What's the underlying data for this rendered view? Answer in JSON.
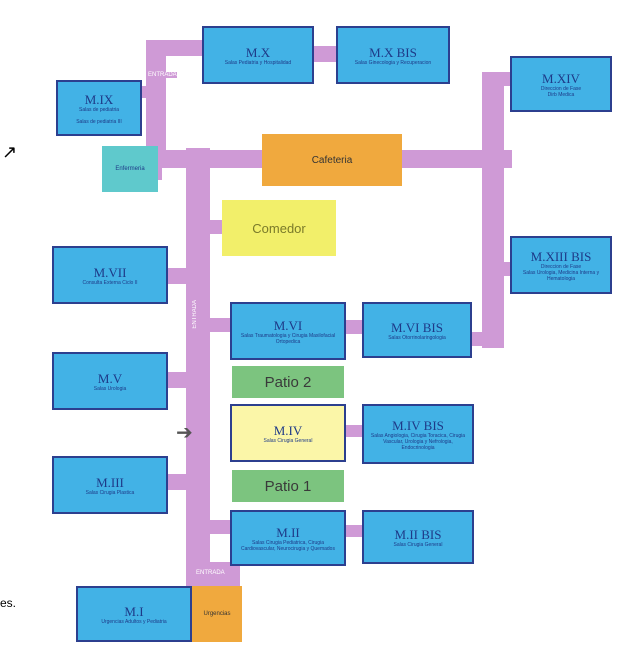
{
  "colors": {
    "corridor": "#cf9ad6",
    "module_blue": "#42b2e6",
    "module_border": "#2c3f8f",
    "cafeteria": "#f0a93e",
    "comedor": "#f2ef6a",
    "patio": "#7cc47f",
    "enfermeria": "#5fc9cc",
    "highlight": "#fbf6a8"
  },
  "corridor_labels": {
    "top": "ENTRADA",
    "left": "ENTRADA",
    "bottom": "ENTRADA"
  },
  "stray_text": {
    "left_mark": "↗",
    "left_bottom": "es."
  },
  "entrance_arrow": "➔",
  "modules": {
    "mix": {
      "title": "M.IX",
      "sub1": "Salas de pediatria",
      "sub2": "Salas de pediatria III"
    },
    "mx": {
      "title": "M.X",
      "sub": "Salas Pediatria y Hospitalidad"
    },
    "mxbis": {
      "title": "M.X BIS",
      "sub": "Salas Ginecologia y Recuperacion"
    },
    "mxiv": {
      "title": "M.XIV",
      "sub1": "Direccion de Fase",
      "sub2": "Dirb Medica"
    },
    "enfermeria": {
      "title": "Enfermeria"
    },
    "cafeteria": {
      "title": "Cafeteria"
    },
    "comedor": {
      "title": "Comedor"
    },
    "mvii": {
      "title": "M.VII",
      "sub": "Consulta Externa Ciclo II"
    },
    "mxiii": {
      "title": "M.XIII BIS",
      "sub1": "Direccion de Fase",
      "sub2": "Salas Urologia, Medicina Interna y Hematologia"
    },
    "mvi": {
      "title": "M.VI",
      "sub": "Salas Traumatologia y Cirugia Maxilofacial Ortopedica"
    },
    "mvibis": {
      "title": "M.VI BIS",
      "sub": "Salas Otorrinolaringologia"
    },
    "mv": {
      "title": "M.V",
      "sub": "Salas Urologia"
    },
    "patio2": {
      "title": "Patio 2"
    },
    "miv": {
      "title": "M.IV",
      "sub": "Salas Cirugia General"
    },
    "mivbis": {
      "title": "M.IV BIS",
      "sub": "Salas Angiologia, Cirugia Toracica, Cirugia Vascular, Urologia y Nefrologia, Endocrinologia"
    },
    "miii": {
      "title": "M.III",
      "sub": "Salas Cirugia Plastica"
    },
    "patio1": {
      "title": "Patio 1"
    },
    "mii": {
      "title": "M.II",
      "sub": "Salas Cirugia Pediatrica, Cirugia Cardiovascular, Neurocirugia y Quemados"
    },
    "miibis": {
      "title": "M.II BIS",
      "sub": "Salas Cirugia General"
    },
    "mi": {
      "title": "M.I",
      "sub": "Urgencias Adultos y Pediatria"
    },
    "urgencias": {
      "title": "Urgencias"
    }
  }
}
